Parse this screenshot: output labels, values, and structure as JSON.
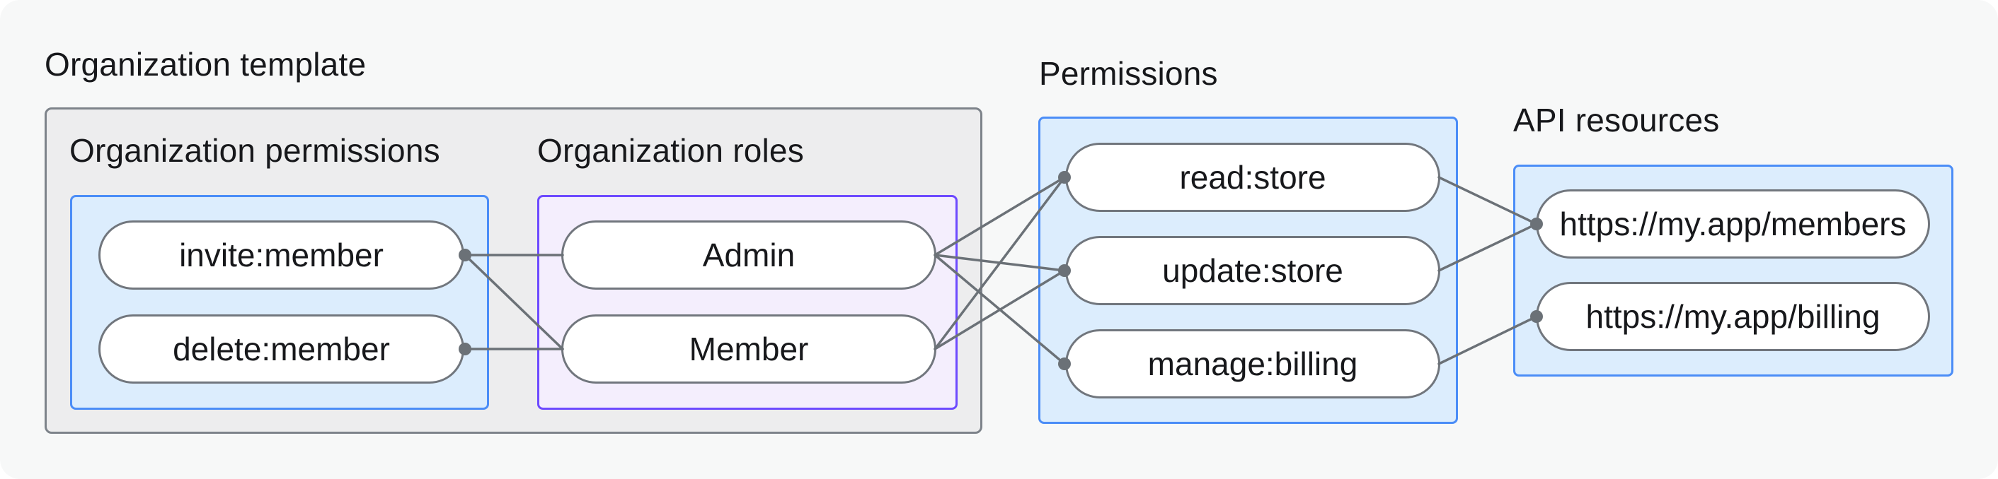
{
  "diagram": {
    "title": "Organization template",
    "groups": [
      {
        "id": "organization-permissions",
        "label": "Organization permissions",
        "nodes": [
          "invite:member",
          "delete:member"
        ]
      },
      {
        "id": "organization-roles",
        "label": "Organization roles",
        "nodes": [
          "Admin",
          "Member"
        ]
      },
      {
        "id": "permissions",
        "label": "Permissions",
        "nodes": [
          "read:store",
          "update:store",
          "manage:billing"
        ]
      },
      {
        "id": "api-resources",
        "label": "API resources",
        "nodes": [
          "https://my.app/members",
          "https://my.app/billing"
        ]
      }
    ],
    "edges": [
      {
        "from": "invite:member",
        "to": "Admin"
      },
      {
        "from": "invite:member",
        "to": "Member"
      },
      {
        "from": "delete:member",
        "to": "Member"
      },
      {
        "from": "Admin",
        "to": "read:store"
      },
      {
        "from": "Admin",
        "to": "update:store"
      },
      {
        "from": "Admin",
        "to": "manage:billing"
      },
      {
        "from": "Member",
        "to": "read:store"
      },
      {
        "from": "Member",
        "to": "update:store"
      },
      {
        "from": "read:store",
        "to": "https://my.app/members"
      },
      {
        "from": "update:store",
        "to": "https://my.app/members"
      },
      {
        "from": "manage:billing",
        "to": "https://my.app/billing"
      }
    ],
    "colors": {
      "page_bg": "#f7f8f8",
      "template_box_fill": "#ededee",
      "template_box_border": "#7d838a",
      "blue_box_fill": "#dcedfd",
      "blue_box_border": "#4b8df7",
      "purple_box_fill": "#f4eefd",
      "purple_box_border": "#6d4aff",
      "pill_border": "#71767d",
      "wire": "#6b7177",
      "text": "#17181b"
    }
  }
}
